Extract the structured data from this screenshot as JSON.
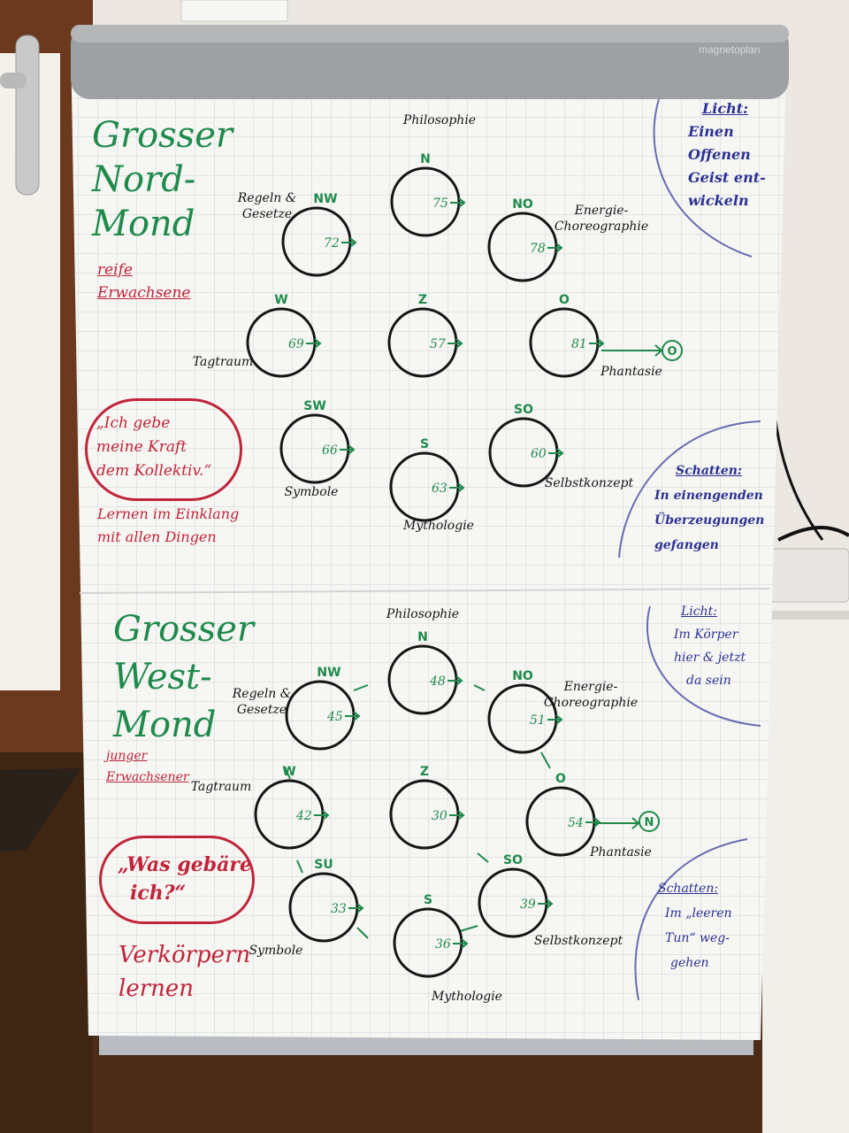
{
  "board": {
    "brand": "magnetoplan"
  },
  "charts": [
    {
      "title_lines": [
        "Grosser",
        "Nord-",
        "Mond"
      ],
      "subtitle_lines": [
        "reife",
        "Erwachsene"
      ],
      "quote_lines": [
        "„Ich gebe",
        "meine Kraft",
        "dem Kollektiv.“"
      ],
      "note_lines": [
        "Lernen im Einklang",
        "mit allen Dingen"
      ],
      "light": {
        "heading": "Licht:",
        "lines": [
          "Einen",
          "Offenen",
          "Geist ent-",
          "wickeln"
        ]
      },
      "shadow": {
        "heading": "Schatten:",
        "lines": [
          "In einengenden",
          "Überzeugungen",
          "gefangen"
        ]
      },
      "final_mark": "O",
      "nodes": [
        {
          "dir": "N",
          "value": "75",
          "label": "Philosophie"
        },
        {
          "dir": "NW",
          "value": "72",
          "label": "Regeln & Gesetze"
        },
        {
          "dir": "NO",
          "value": "78",
          "label": "Energie-Choreographie"
        },
        {
          "dir": "W",
          "value": "69",
          "label": "Tagtraum"
        },
        {
          "dir": "Z",
          "value": "57",
          "label": ""
        },
        {
          "dir": "O",
          "value": "81",
          "label": "Phantasie"
        },
        {
          "dir": "SW",
          "value": "66",
          "label": "Symbole"
        },
        {
          "dir": "S",
          "value": "63",
          "label": "Mythologie"
        },
        {
          "dir": "SO",
          "value": "60",
          "label": "Selbstkonzept"
        }
      ]
    },
    {
      "title_lines": [
        "Grosser",
        "West-",
        "Mond"
      ],
      "subtitle_lines": [
        "junger",
        "Erwachsener"
      ],
      "quote_lines": [
        "„Was gebäre",
        "ich?“"
      ],
      "note_lines": [
        "Verkörpern",
        "lernen"
      ],
      "light": {
        "heading": "Licht:",
        "lines": [
          "Im Körper",
          "hier & jetzt",
          "da sein"
        ]
      },
      "shadow": {
        "heading": "Schatten:",
        "lines": [
          "Im „leeren",
          "Tun“ weg-",
          "gehen"
        ]
      },
      "final_mark": "N",
      "nodes": [
        {
          "dir": "N",
          "value": "48",
          "label": "Philosophie"
        },
        {
          "dir": "NW",
          "value": "45",
          "label": "Regeln & Gesetze"
        },
        {
          "dir": "NO",
          "value": "51",
          "label": "Energie-Choreographie"
        },
        {
          "dir": "W",
          "value": "42",
          "label": "Tagtraum"
        },
        {
          "dir": "Z",
          "value": "30",
          "label": ""
        },
        {
          "dir": "O",
          "value": "54",
          "label": "Phantasie"
        },
        {
          "dir": "SU",
          "value": "33",
          "label": "Symbole"
        },
        {
          "dir": "S",
          "value": "36",
          "label": "Mythologie"
        },
        {
          "dir": "SO",
          "value": "39",
          "label": "Selbstkonzept"
        }
      ]
    }
  ]
}
